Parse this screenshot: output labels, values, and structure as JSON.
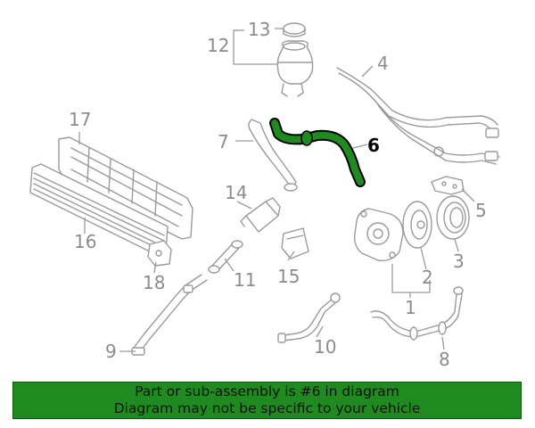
{
  "diagram": {
    "highlight_color": "#1f8a1f",
    "callouts": [
      {
        "id": "c1",
        "text": "1"
      },
      {
        "id": "c2",
        "text": "2"
      },
      {
        "id": "c3",
        "text": "3"
      },
      {
        "id": "c4",
        "text": "4"
      },
      {
        "id": "c5",
        "text": "5"
      },
      {
        "id": "c6",
        "text": "6"
      },
      {
        "id": "c7",
        "text": "7"
      },
      {
        "id": "c8",
        "text": "8"
      },
      {
        "id": "c9",
        "text": "9"
      },
      {
        "id": "c10",
        "text": "10"
      },
      {
        "id": "c11",
        "text": "11"
      },
      {
        "id": "c12",
        "text": "12"
      },
      {
        "id": "c13",
        "text": "13"
      },
      {
        "id": "c14",
        "text": "14"
      },
      {
        "id": "c15",
        "text": "15"
      },
      {
        "id": "c16",
        "text": "16"
      },
      {
        "id": "c17",
        "text": "17"
      },
      {
        "id": "c18",
        "text": "18"
      }
    ]
  },
  "banner": {
    "line1": "Part or sub-assembly is #6 in diagram",
    "line2": "Diagram may not be specific to your vehicle",
    "background": "#1f8a1f"
  }
}
